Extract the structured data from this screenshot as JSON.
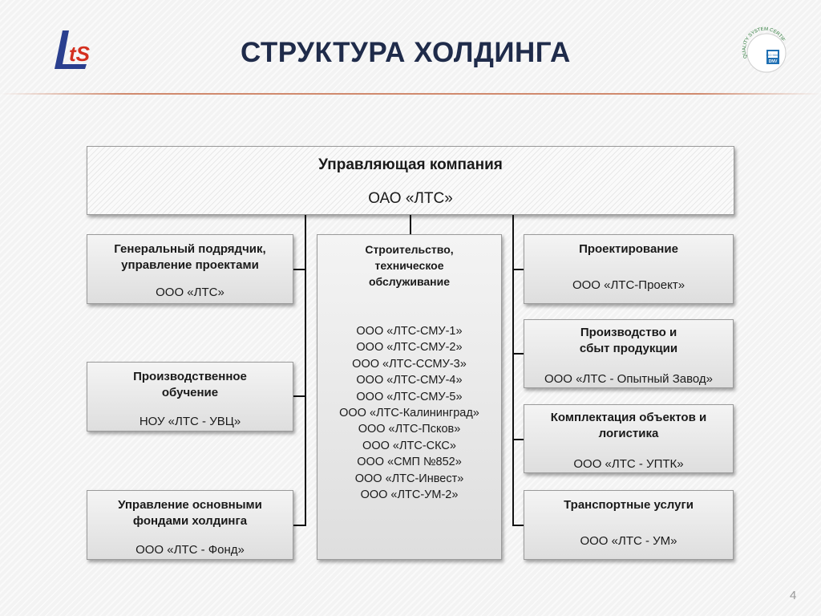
{
  "header": {
    "title": "СТРУКТУРА ХОЛДИНГА",
    "logo_text": "LtS",
    "logo_icon": "lts-logo-icon",
    "cert_icon": "quality-certification-seal-icon",
    "cert_text": "QUALITY SYSTEM CERTIFICATION",
    "cert_sub": "ISO 9001",
    "cert_brand": "DNV"
  },
  "colors": {
    "title": "#1f2b4a",
    "logo_blue": "#2a3f8f",
    "logo_red": "#d42f1f",
    "rule": "#d08a6e"
  },
  "root": {
    "heading": "Управляющая компания",
    "company": "ОАО «ЛТС»"
  },
  "left": [
    {
      "heading_lines": [
        "Генеральный подрядчик,",
        "управление проектами"
      ],
      "company": "ООО «ЛТС»"
    },
    {
      "heading_lines": [
        "Производственное",
        "обучение"
      ],
      "company": "НОУ «ЛТС - УВЦ»"
    },
    {
      "heading_lines": [
        "Управление основными",
        "фондами холдинга"
      ],
      "company": "ООО «ЛТС - Фонд»"
    }
  ],
  "center": {
    "heading_lines": [
      "Строительство,",
      "техническое",
      "обслуживание"
    ],
    "companies": [
      "ООО «ЛТС-СМУ-1»",
      "ООО «ЛТС-СМУ-2»",
      "ООО «ЛТС-ССМУ-3»",
      "ООО «ЛТС-СМУ-4»",
      "ООО «ЛТС-СМУ-5»",
      "ООО «ЛТС-Калининград»",
      "ООО «ЛТС-Псков»",
      "ООО «ЛТС-СКС»",
      "ООО «СМП №852»",
      "ООО «ЛТС-Инвест»",
      "ООО «ЛТС-УМ-2»"
    ]
  },
  "right": [
    {
      "heading_lines": [
        "Проектирование"
      ],
      "company": "ООО «ЛТС-Проект»"
    },
    {
      "heading_lines": [
        "Производство и",
        "сбыт продукции"
      ],
      "company": "ООО «ЛТС - Опытный Завод»"
    },
    {
      "heading_lines": [
        "Комплектация объектов и",
        "логистика"
      ],
      "company": "ООО «ЛТС - УПТК»"
    },
    {
      "heading_lines": [
        "Транспортные услуги"
      ],
      "company": "ООО «ЛТС - УМ»"
    }
  ],
  "footer": {
    "page_number": "4"
  }
}
